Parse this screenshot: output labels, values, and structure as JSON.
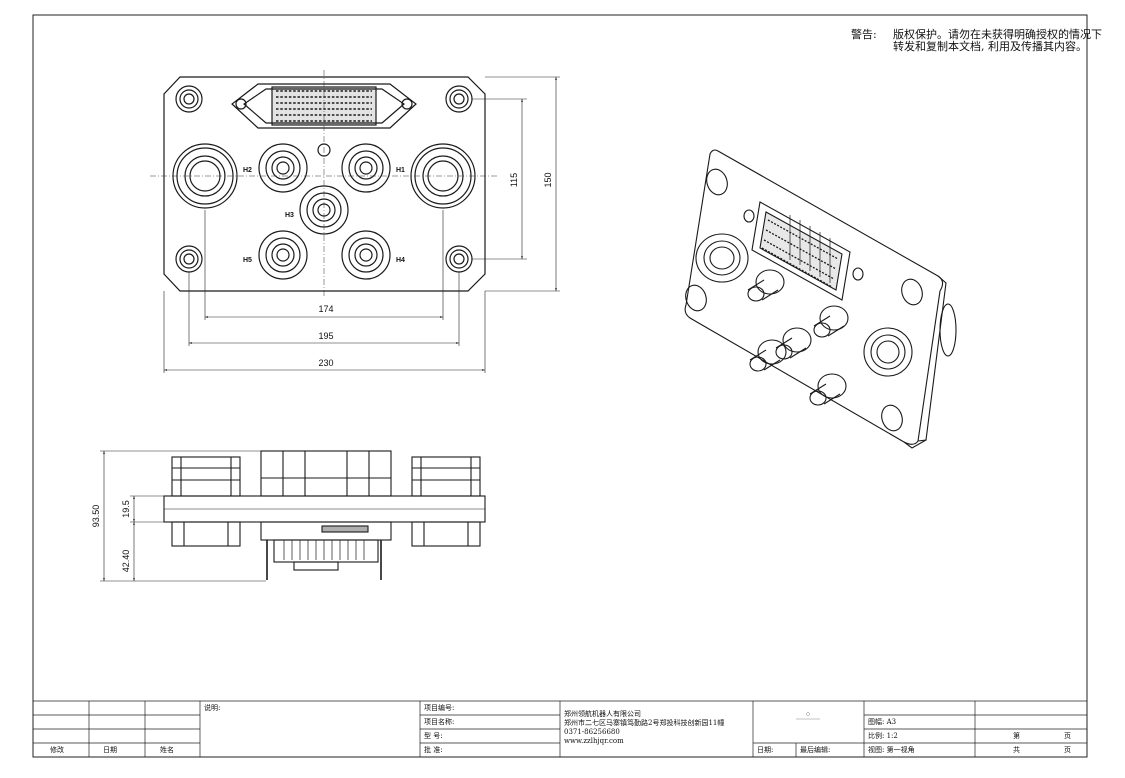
{
  "warning": {
    "label": "警告:",
    "line1": "版权保护。请勿在未获得明确授权的情况下",
    "line2": "转发和复制本文档, 利用及传播其内容。"
  },
  "front_view": {
    "holes": [
      {
        "label": "H1"
      },
      {
        "label": "H2"
      },
      {
        "label": "H3"
      },
      {
        "label": "H4"
      },
      {
        "label": "H5"
      }
    ],
    "dimensions": {
      "width_outer": "230",
      "width_mid": "195",
      "width_inner": "174",
      "height_outer": "150",
      "height_inner": "115"
    }
  },
  "side_view": {
    "dimensions": {
      "total_height": "93.50",
      "plate_thickness": "19.5",
      "bottom_height": "42.40"
    }
  },
  "title_block": {
    "revision_headers": {
      "modify": "修改",
      "date": "日期",
      "name": "姓名"
    },
    "description_label": "说明:",
    "project_code_label": "项目编号:",
    "project_name_label": "项目名称:",
    "model_label": "型    号:",
    "approve_label": "批    准:",
    "company_name": "郑州领航机器人有限公司",
    "company_address": "郑州市二七区马寨镇笃勤路2号郑投科技创新园11幢",
    "company_phone": "0371-86256680",
    "company_web": "www.zzlhjqr.com",
    "date_label": "日期:",
    "last_edit_label": "最后编辑:",
    "paper_label": "图幅: A3",
    "scale_label": "比例: 1:2",
    "view_label": "视图: 第一视角",
    "page_label": "第",
    "page_unit": "页",
    "total_label": "共",
    "total_unit": "页"
  }
}
